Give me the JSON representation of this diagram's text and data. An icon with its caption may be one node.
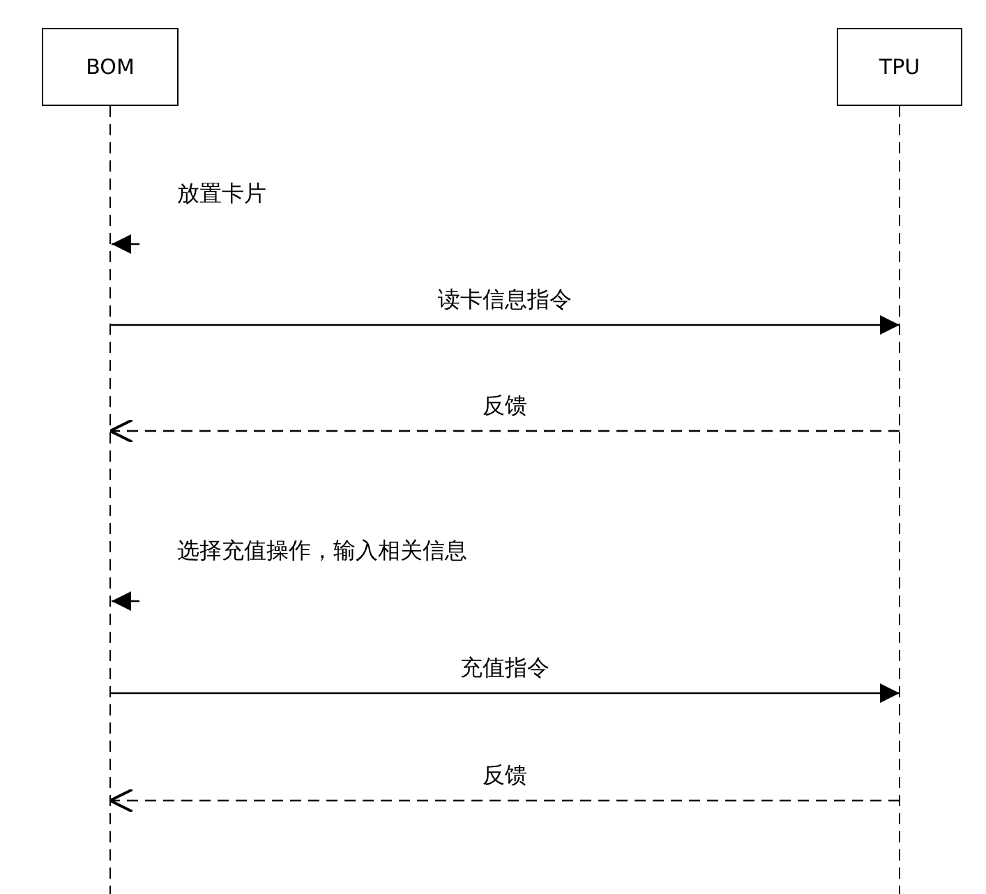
{
  "diagram": {
    "nodes": [
      {
        "text": [
          "BOM"
        ]
      },
      {
        "text": [
          "TPU"
        ]
      }
    ],
    "edges": [
      {
        "from": null,
        "to": 0,
        "arrow": "to",
        "label": "放置卡片"
      },
      {
        "from": 0,
        "to": 1,
        "arrow": "to",
        "label": "读卡信息指令"
      },
      {
        "from": 1,
        "to": 0,
        "arrow": "to",
        "label": "反馈",
        "style": "dashed"
      },
      {
        "from": null,
        "to": 0,
        "arrow": "to",
        "label": "选择充值操作，输入相关信息"
      },
      {
        "from": 0,
        "to": 1,
        "arrow": "to",
        "label": "充值指令"
      },
      {
        "from": 1,
        "to": 0,
        "arrow": "to",
        "label": "反馈",
        "style": "dashed"
      }
    ]
  }
}
